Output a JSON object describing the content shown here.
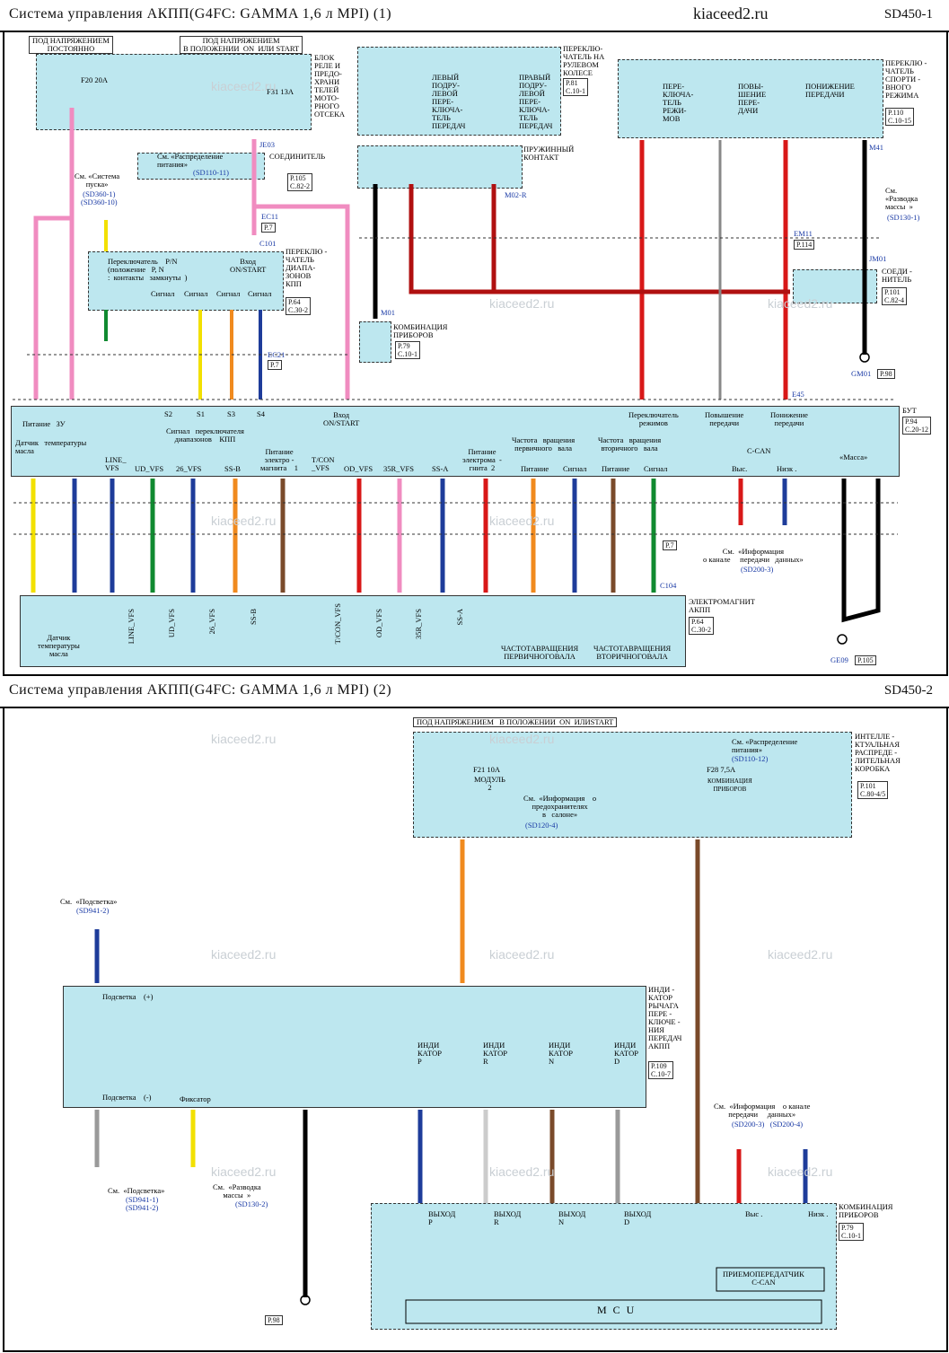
{
  "sheet1": {
    "title": "Система   управления    АКПП(G4FC: GAMMA 1,6  л  MPI) (1)",
    "site": "kiaceed2.ru",
    "code": "SD450-1",
    "labels": {
      "hot_always": "ПОД НАПРЯЖЕНИЕМ\nПОСТОЯННО",
      "hot_on_start": "ПОД НАПРЯЖЕНИЕМ\nВ ПОЛОЖЕНИИ  ON  ИЛИ START",
      "relay_block": "БЛОК\nРЕЛЕ И\nПРЕДО-\nХРАНИ\nТЕЛЕЙ\nМОТО-\nРНОГО\nОТСЕКА",
      "fuse_f20": "F20 20A",
      "fuse_f31": "F31 13A",
      "power_dist": "См. «Распределение\nпитания»",
      "power_dist_ref": "(SD110-11)",
      "connector": "СОЕДИНИТЕЛЬ",
      "see_start": "См. «Система\nпуска»",
      "see_start_ref": "(SD360-1)\n(SD360-10)",
      "pn_switch": "Переключатель    P/N\n(положение   P, N\n:  контакты   замкнуты  )",
      "input_on_start": "Вход\nON/START",
      "range_switch": "ПЕРЕКЛЮ -\nЧАТЕЛЬ\nДИАПА-\nЗОНОВ\nКПП",
      "signal": "Сигнал",
      "paddle": "ПЕРЕКЛЮ-\nЧАТЕЛЬ НА\nРУЛЕВОМ\nКОЛЕСЕ",
      "left_paddle": "ЛЕВЫЙ\nПОДРУ-\nЛЕВОЙ\nПЕРЕ-\nКЛЮЧА-\nТЕЛЬ\nПЕРЕДАЧ",
      "right_paddle": "ПРАВЫЙ\nПОДРУ-\nЛЕВОЙ\nПЕРЕ-\nКЛЮЧА-\nТЕЛЬ\nПЕРЕДАЧ",
      "spring_contact": "ПРУЖИННЫЙ\nКОНТАКТ",
      "sport_switch": "ПЕРЕКЛЮ -\nЧАТЕЛЬ\nСПОРТИ -\nВНОГО\nРЕЖИМА",
      "mode_switch": "ПЕРЕ-\nКЛЮЧА-\nТЕЛЬ\nРЕЖИ-\nМОВ",
      "upshift": "ПОВЫ-\nШЕНИЕ\nПЕРЕ-\nДАЧИ",
      "downshift": "ПОНИЖЕНИЕ\nПЕРЕДАЧИ",
      "ground_dist": "См.\n«Разводка\nмассы  »",
      "ground_dist_ref": "(SD130-1)",
      "conn2": "СОЕДИ -\nНИТЕЛЬ",
      "cluster": "КОМБИНАЦИЯ\nПРИБОРОВ",
      "bcm": "БУТ",
      "bcm_power": "Питание   ЗУ",
      "bcm_range": "Сигнал   переключателя\nдиапазонов    КПП",
      "bcm_input": "Вход\nON/START",
      "bcm_mode": "Переключатель\nрежимов",
      "bcm_up": "Повышение\nпередачи",
      "bcm_down": "Понижение\nпередачи",
      "oil_temp": "Датчик   температуры\nмасла",
      "sol_power1": "Питание\nэлектро -\nмагнита    1",
      "sol_power2": "Питание\nэлектрома  -\nгнита  2",
      "primary_speed": "Частота   вращения\nпервичного   вала",
      "secondary_speed": "Частота   вращения\nвторичного   вала",
      "power": "Питание",
      "ccan": "C-CAN",
      "high": "Выс.",
      "low": "Низк .",
      "mass": "«Масса»",
      "see_can": "См.  «Информация\nо канале     передачи   данных»",
      "see_can_ref": "(SD200-3)",
      "solenoid": "ЭЛЕКТРОМАГНИТ\nАКПП",
      "oil_sensor": "Датчик\nтемпературы\nмасла",
      "prim_sensor": "ЧАСТОТАВРАЩЕНИЯ\nПЕРВИЧНОГОВАЛА",
      "sec_sensor": "ЧАСТОТАВРАЩЕНИЯ\nВТОРИЧНОГОВАЛА"
    },
    "refs": {
      "p7": "P.7",
      "p105": "P.105\nC.82-2",
      "p64": "P.64\nC.30-2",
      "p81": "P.81\nC.10-1",
      "p79": "P.79\nC.10-1",
      "p110": "P.110\nC.10-15",
      "p114": "P.114",
      "p101": "P.101\nC.82-4",
      "p98": "P.98",
      "p94": "P.94\nC.20-12",
      "p105b": "P.105"
    },
    "bcm_pins": [
      "S2",
      "S1",
      "S3",
      "S4"
    ],
    "bcm_sub": [
      "LINE_\nVFS",
      "UD_VFS",
      "26_VFS",
      "SS-B",
      "T/CON\n_VFS",
      "OD_VFS",
      "35R_VFS",
      "SS-A"
    ],
    "coil_labels": [
      "LINE_VFS",
      "UD_VFS",
      "26_VFS",
      "SS-B",
      "T/CON_VFS",
      "OD_VFS",
      "35R_VFS",
      "SS-A"
    ],
    "connectors": [
      "JE03",
      "EC11",
      "C101",
      "EC21",
      "M01",
      "M02-R",
      "EM11",
      "M41",
      "JM01",
      "E45",
      "C104",
      "GM01",
      "GE09"
    ]
  },
  "sheet2": {
    "title": "Система   управления    АКПП(G4FC: GAMMA 1,6  л  MPI) (2)",
    "code": "SD450-2",
    "labels": {
      "hot_on_start": "ПОД НАПРЯЖЕНИЕМ   В ПОЛОЖЕНИИ  ON  ИЛИSTART",
      "power_dist": "См. «Распределение\nпитания»",
      "power_dist_ref": "(SD110-12)",
      "smart_box": "ИНТЕЛЛЕ -\nКТУАЛЬНАЯ\nРАСПРЕДЕ -\nЛИТЕЛЬНАЯ\nКОРОБКА",
      "fuse_f21": "F21 10A",
      "module": "МОДУЛЬ\n2",
      "fuse_f28": "F28 7,5A",
      "cluster_small": "КОМБИНАЦИЯ\nПРИБОРОВ",
      "fuse_info": "См.  «Информация    о\nпредохранителях\nв   салоне»",
      "fuse_info_ref": "(SD120-4)",
      "see_backlight": "См.  «Подсветка»",
      "see_backlight_ref": "(SD941-2)",
      "backlight_plus": "Подсветка    (+)",
      "backlight_minus": "Подсветка    (-)",
      "lock": "Фиксатор",
      "indicator_box": "ИНДИ -\nКАТОР\nРЫЧАГА\nПЕРЕ -\nКЛЮЧЕ -\nНИЯ\nПЕРЕДАЧ\nАКПП",
      "ind_p": "ИНДИ\nКАТОР\nP",
      "ind_r": "ИНДИ\nКАТОР\nR",
      "ind_n": "ИНДИ\nКАТОР\nN",
      "ind_d": "ИНДИ\nКАТОР\nD",
      "see_backlight2_ref": "(SD941-1)\n(SD941-2)",
      "see_ground": "См.  «Разводка\nмассы  »",
      "see_ground_ref": "(SD130-2)",
      "see_can": "См.  «Информация    о канале\nпередачи     данных»",
      "see_can_ref": "(SD200-3)   (SD200-4)",
      "out_p": "ВЫХОД\nP",
      "out_r": "ВЫХОД\nR",
      "out_n": "ВЫХОД\nN",
      "out_d": "ВЫХОД\nD",
      "high": "Выс .",
      "low": "Низк .",
      "transceiver": "ПРИЕМОПЕРЕДАТЧИК\nC-CAN",
      "mcu": "M C U",
      "cluster": "КОМБИНАЦИЯ\nПРИБОРОВ"
    },
    "refs": {
      "p101": "P.101\nC.80-4/5",
      "p109": "P.109\nC.10-7",
      "p79": "P.79\nC.10-1",
      "p98": "P.98"
    }
  },
  "colors": {
    "pink": "#f08cc0",
    "red": "#d81818",
    "dark_red": "#b01010",
    "yellow": "#f2e000",
    "green": "#108a30",
    "orange": "#f08a1e",
    "blue": "#1e3c9a",
    "brown": "#7a4a2a",
    "gray": "#9a9a9a",
    "black": "#000000",
    "box_fill": "#bde7ef"
  }
}
